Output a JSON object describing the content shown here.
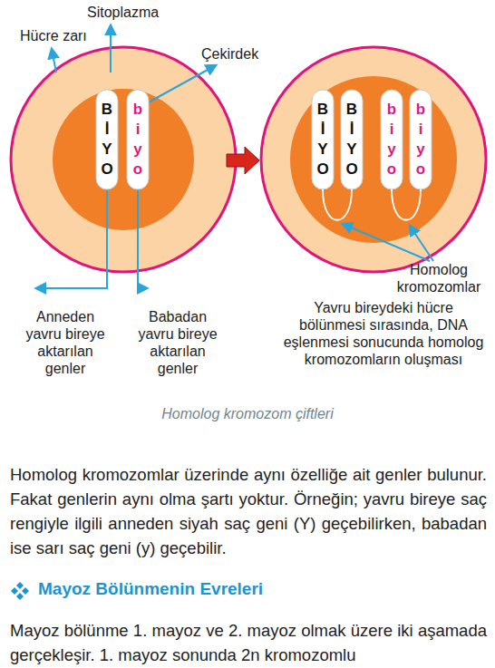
{
  "diagram": {
    "caption": "Homolog kromozom çiftleri",
    "nodes": [
      {
        "text": [
          "B İ Y O"
        ]
      },
      {
        "text": [
          "b i y o"
        ]
      },
      {
        "text": [
          "B İ Y O"
        ]
      },
      {
        "text": [
          "B İ Y O"
        ]
      },
      {
        "text": [
          "b i y o"
        ]
      },
      {
        "text": [
          "b i y o"
        ]
      }
    ],
    "edges": [
      {
        "from": 2,
        "to": 3,
        "arrow": "none"
      },
      {
        "from": 4,
        "to": 5,
        "arrow": "none"
      }
    ],
    "labels": [
      "Sitoplazma",
      "Hücre zarı",
      "Çekirdek",
      "Anneden yavru bireye aktarılan genler",
      "Babadan yavru bireye aktarılan genler",
      "Homolog kromozomlar",
      "Yavru bireydeki hücre bölünmesi sırasında, DNA eşlenmesi sonucunda homolog kromozomların oluşması",
      "Homolog kromozomlar üzerinde aynı özelliğe ait genler bulunur. Fakat genlerin aynı olma şartı yoktur. Örneğin; yavru bireye saç rengiyle ilgili anneden siyah saç geni (Y) geçebilirken, babadan ise sarı saç geni (y) geçebilir.",
      "Mayoz Bölünmenin Evreleri",
      "Mayoz bölünme 1. mayoz ve 2. mayoz olmak üzere iki aşamada gerçekleşir. 1. mayoz sonunda 2n kromozomlu"
    ]
  }
}
